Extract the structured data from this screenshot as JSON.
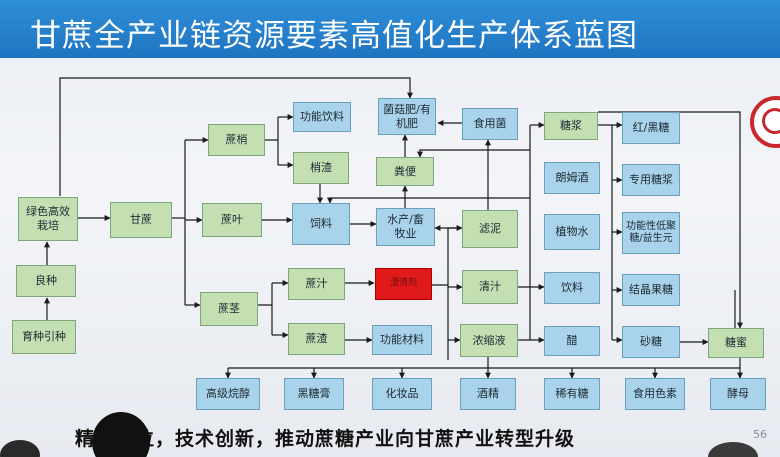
{
  "title": "甘蔗全产业链资源要素高值化生产体系蓝图",
  "caption": "精准定位，技术创新，推动蔗糖产业向甘蔗产业转型升级",
  "page_number": "56",
  "colors": {
    "green_box": "#c4dfb2",
    "blue_box": "#a9d3ea",
    "red_box": "#e01919",
    "title_bar": "#1f74c2"
  },
  "nodes": {
    "yuzhong": "育种引种",
    "liangzhong": "良种",
    "lvse": "绿色高效栽培",
    "ganzhe": "甘蔗",
    "zheshao": "蔗梢",
    "zheye": "蔗叶",
    "zhejing": "蔗茎",
    "gongneng_yinliao": "功能饮料",
    "shaozha": "梢渣",
    "siliao": "饲料",
    "zhezhi": "蔗汁",
    "zhezha": "蔗渣",
    "jiaojun": "菌菇肥/有机肥",
    "shiyongjun": "食用菌",
    "fenbian": "粪便",
    "shuichan": "水产/畜牧业",
    "red_box": "澄清剂",
    "gongneng_cailiao": "功能材料",
    "luni": "滤泥",
    "qingzhi": "清汁",
    "nongsuoye": "浓缩液",
    "tangjiang": "糖浆",
    "langmujiu": "朗姆酒",
    "zhiwushui": "植物水",
    "yinliao": "饮料",
    "cu": "醋",
    "hongheitang": "红/黑糖",
    "zhuanyongtangjiang": "专用糖浆",
    "gongnengxing": "功能性低聚糖/益生元",
    "jiejingguotang": "结晶果糖",
    "shatang": "砂糖",
    "tangmi": "糖蜜",
    "gaojiwanchun": "高级烷醇",
    "heitanggao": "黑糖膏",
    "huazhuangpin": "化妆品",
    "jiujing": "酒精",
    "xiyoutang": "稀有糖",
    "shiyongsesu": "食用色素",
    "jiaomu": "酵母"
  }
}
